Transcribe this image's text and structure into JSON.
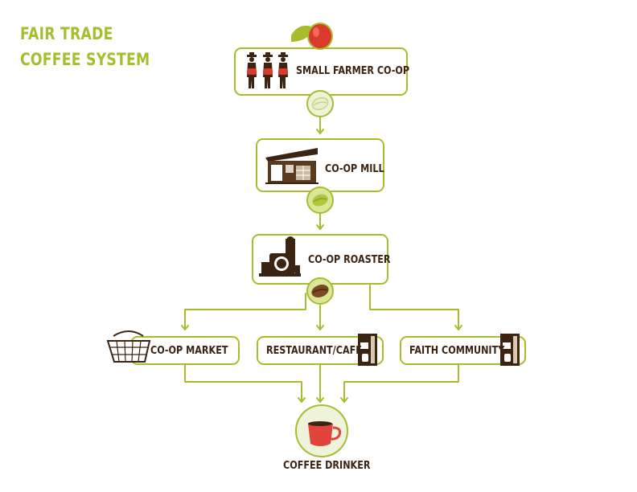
{
  "title": {
    "line1": "FAIR TRADE",
    "line2": "COFFEE SYSTEM"
  },
  "colors": {
    "accent_green": "#a8bd2e",
    "text_brown": "#3b2412",
    "cherry_red": "#d93a2b",
    "cup_red": "#e0443a",
    "bean_light": "#e9efcc",
    "bean_green": "#b2c63a",
    "bean_roasted": "#7a4a22"
  },
  "nodes": {
    "farmer": {
      "label": "SMALL FARMER CO-OP",
      "icon": "farmers-icon"
    },
    "mill": {
      "label": "CO-OP MILL",
      "icon": "mill-building-icon"
    },
    "roaster": {
      "label": "CO-OP ROASTER",
      "icon": "roaster-machine-icon"
    },
    "market": {
      "label": "CO-OP MARKET",
      "icon": "basket-icon"
    },
    "restaurant": {
      "label": "RESTAURANT/CAFE",
      "icon": "espresso-machine-icon"
    },
    "faith": {
      "label": "FAITH COMMUNITY",
      "icon": "espresso-machine-icon"
    },
    "drinker": {
      "label": "COFFEE DRINKER",
      "icon": "coffee-cup-icon"
    }
  }
}
